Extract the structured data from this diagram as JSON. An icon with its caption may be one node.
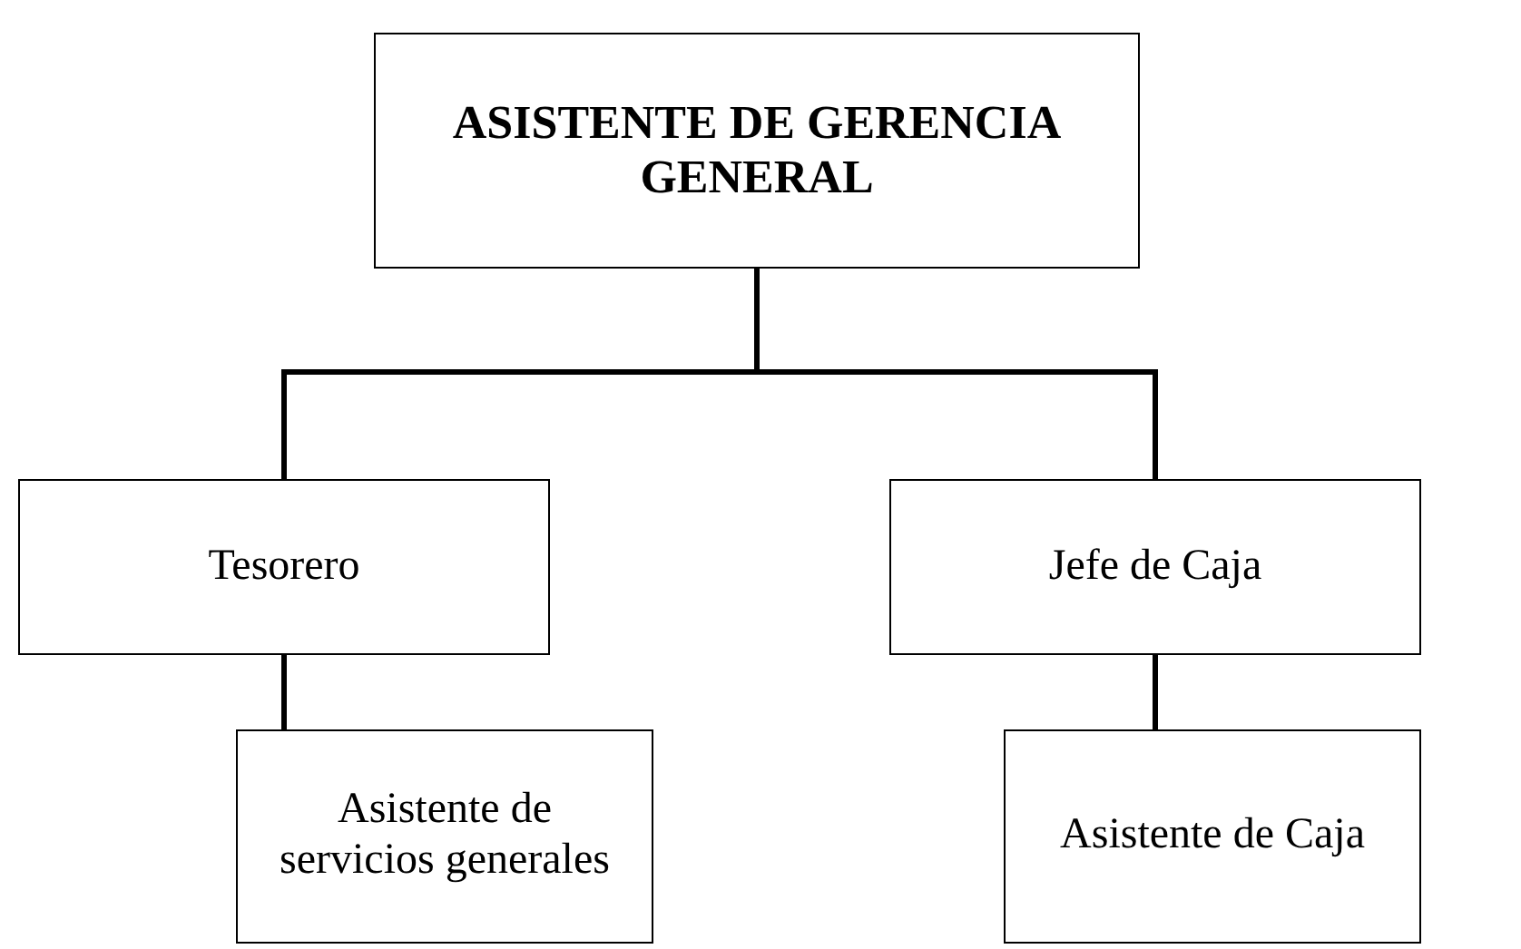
{
  "diagram": {
    "nodes": [
      {
        "text": [
          "ASISTENTE DE GERENCIA GENERAL"
        ]
      },
      {
        "text": [
          "Tesorero"
        ]
      },
      {
        "text": [
          "Jefe de Caja"
        ]
      },
      {
        "text": [
          "Asistente de servicios generales"
        ]
      },
      {
        "text": [
          "Asistente de Caja"
        ]
      }
    ],
    "edges": [
      {
        "from": 0,
        "to": 1,
        "arrow": "none"
      },
      {
        "from": 0,
        "to": 2,
        "arrow": "none"
      },
      {
        "from": 1,
        "to": 3,
        "arrow": "none"
      },
      {
        "from": 2,
        "to": 4,
        "arrow": "none"
      }
    ]
  }
}
